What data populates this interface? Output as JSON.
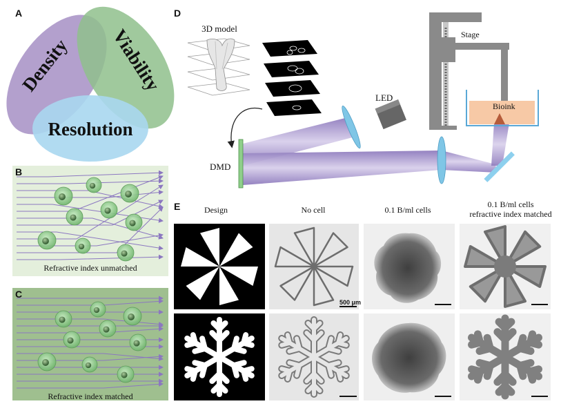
{
  "panels": {
    "A": {
      "letter": "A",
      "venn": {
        "density": "Density",
        "viability": "Viability",
        "resolution": "Resolution"
      },
      "colors": {
        "density": "#a68fc4",
        "viability": "#8fbf8c",
        "resolution": "#a9d7ef"
      }
    },
    "B": {
      "letter": "B",
      "caption": "Refractive index unmatched",
      "bg": "#e4efdc"
    },
    "C": {
      "letter": "C",
      "caption": "Refractive index matched",
      "bg": "#9fbf8f"
    },
    "D": {
      "letter": "D",
      "labels": {
        "model": "3D model",
        "stage": "Stage",
        "led": "LED",
        "bioink": "Bioink",
        "dmd": "DMD"
      },
      "colors": {
        "beam": "#b6a6d6",
        "lens": "#7fc6e6",
        "bioink": "#f7c9a6"
      }
    },
    "E": {
      "letter": "E",
      "columns": [
        "Design",
        "No cell",
        "0.1 B/ml cells",
        "0.1 B/ml cells\nrefractive index matched"
      ],
      "scale_label": "500 μm"
    }
  }
}
